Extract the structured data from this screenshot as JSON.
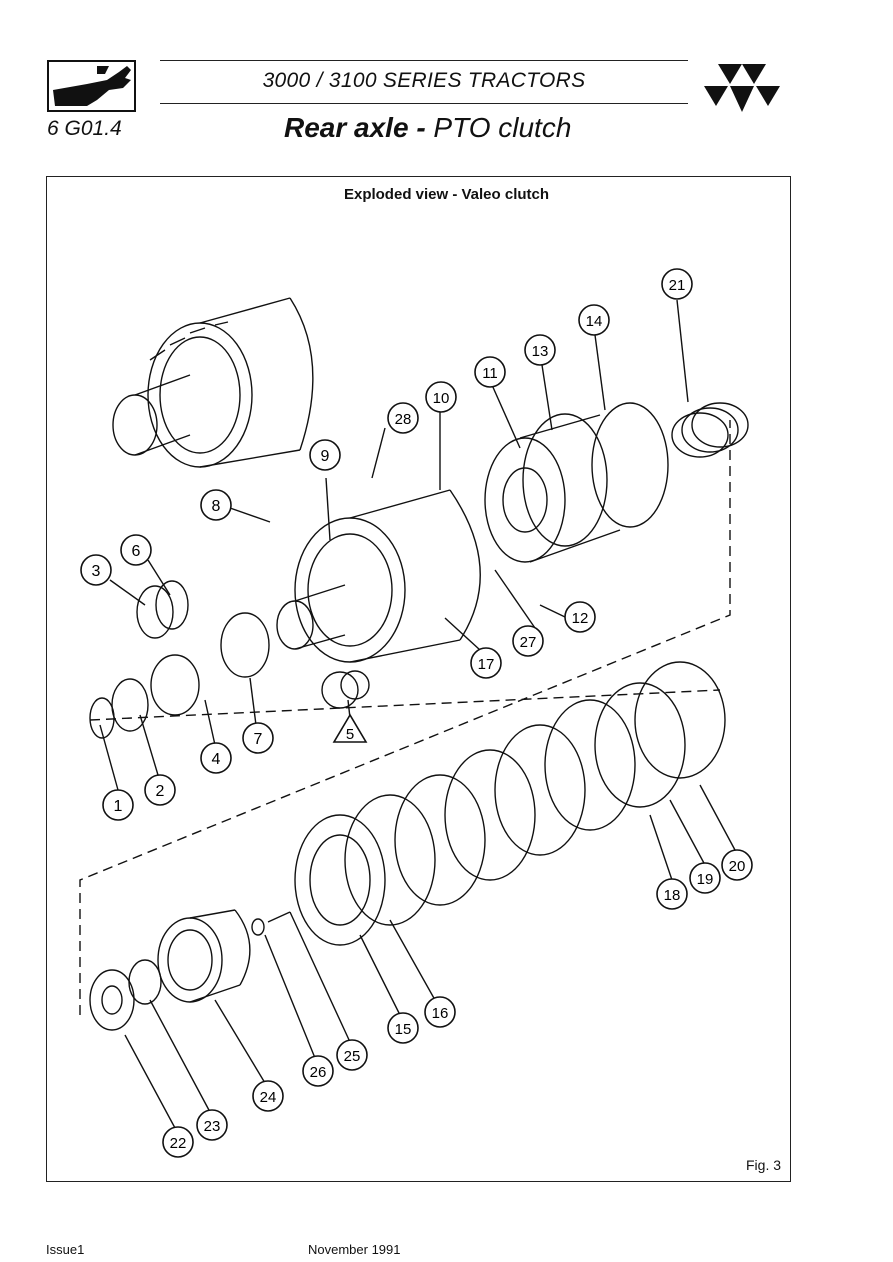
{
  "header": {
    "series_title": "3000 / 3100 SERIES  TRACTORS",
    "section_code": "6 G01.4",
    "title_bold": "Rear axle - ",
    "title_italic": "PTO clutch"
  },
  "figure": {
    "caption": "Exploded view - Valeo clutch",
    "label": "Fig. 3",
    "callouts": [
      "1",
      "2",
      "3",
      "4",
      "5",
      "6",
      "7",
      "8",
      "9",
      "10",
      "11",
      "12",
      "13",
      "14",
      "15",
      "16",
      "17",
      "18",
      "19",
      "20",
      "21",
      "22",
      "23",
      "24",
      "25",
      "26",
      "27",
      "28"
    ]
  },
  "footer": {
    "issue": "Issue1",
    "date": "November 1991"
  },
  "icons": [
    "service-manual-wrench-icon",
    "massey-ferguson-logo-icon"
  ]
}
